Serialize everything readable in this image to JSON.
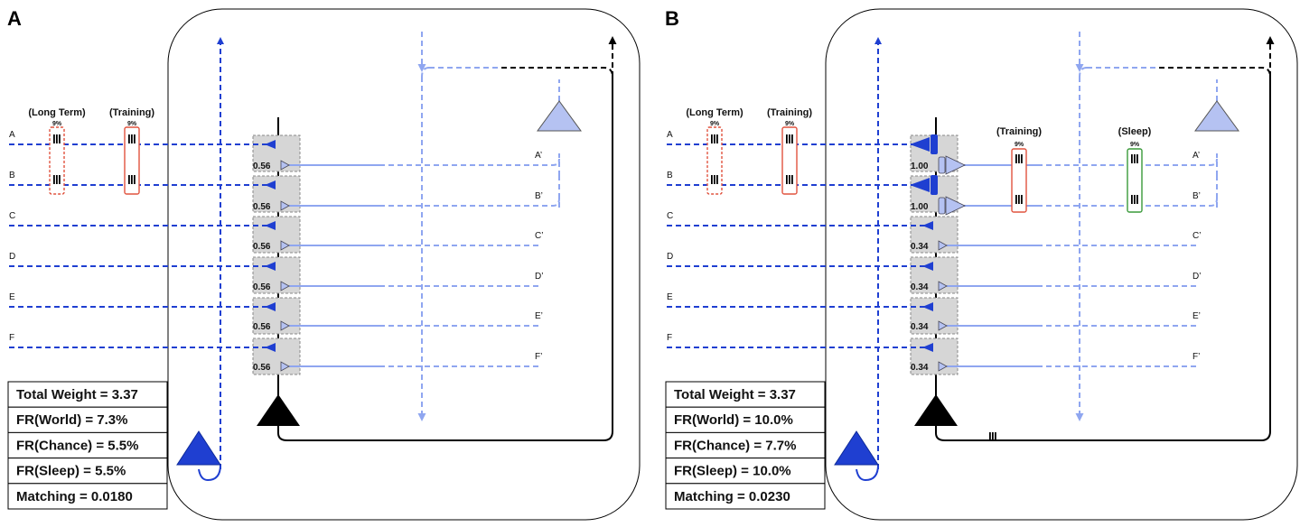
{
  "panels": [
    {
      "letter": "A",
      "inputs": [
        "A",
        "B",
        "C",
        "D",
        "E",
        "F"
      ],
      "outputs": [
        "A’",
        "B’",
        "C’",
        "D’",
        "E’",
        "F’"
      ],
      "weights": [
        "0.56",
        "0.56",
        "0.56",
        "0.56",
        "0.56",
        "0.56"
      ],
      "strong_synapses": [
        false,
        false,
        false,
        false,
        false,
        false
      ],
      "spike_boxes": [
        {
          "label": "(Long Term)",
          "pct": "9%",
          "color": "#e0533f",
          "dashed": true
        },
        {
          "label": "(Training)",
          "pct": "9%",
          "color": "#e0533f",
          "dashed": false
        }
      ],
      "output_boxes": [],
      "spike_marks": "",
      "stats": [
        "Total Weight = 3.37",
        "FR(World) = 7.3%",
        "FR(Chance) = 5.5%",
        "FR(Sleep) = 5.5%",
        "Matching = 0.0180"
      ]
    },
    {
      "letter": "B",
      "inputs": [
        "A",
        "B",
        "C",
        "D",
        "E",
        "F"
      ],
      "outputs": [
        "A’",
        "B’",
        "C’",
        "D’",
        "E’",
        "F’"
      ],
      "weights": [
        "1.00",
        "1.00",
        "0.34",
        "0.34",
        "0.34",
        "0.34"
      ],
      "strong_synapses": [
        true,
        true,
        false,
        false,
        false,
        false
      ],
      "spike_boxes": [
        {
          "label": "(Long Term)",
          "pct": "9%",
          "color": "#e0533f",
          "dashed": true
        },
        {
          "label": "(Training)",
          "pct": "9%",
          "color": "#e0533f",
          "dashed": false
        }
      ],
      "output_boxes": [
        {
          "label": "(Training)",
          "pct": "9%",
          "color": "#e0533f"
        },
        {
          "label": "(Sleep)",
          "pct": "9%",
          "color": "#3a9a3a"
        }
      ],
      "spike_marks": "III",
      "stats": [
        "Total Weight = 3.37",
        "FR(World) = 10.0%",
        "FR(Chance) = 7.7%",
        "FR(Sleep) = 10.0%",
        "Matching = 0.0230"
      ]
    }
  ],
  "colors": {
    "input_blue": "#1f3fd1",
    "light_blue": "#8fa6f0",
    "neuron_light": "#b5c2f2",
    "black": "#000000",
    "synapse_box": "#d6d6d6"
  }
}
